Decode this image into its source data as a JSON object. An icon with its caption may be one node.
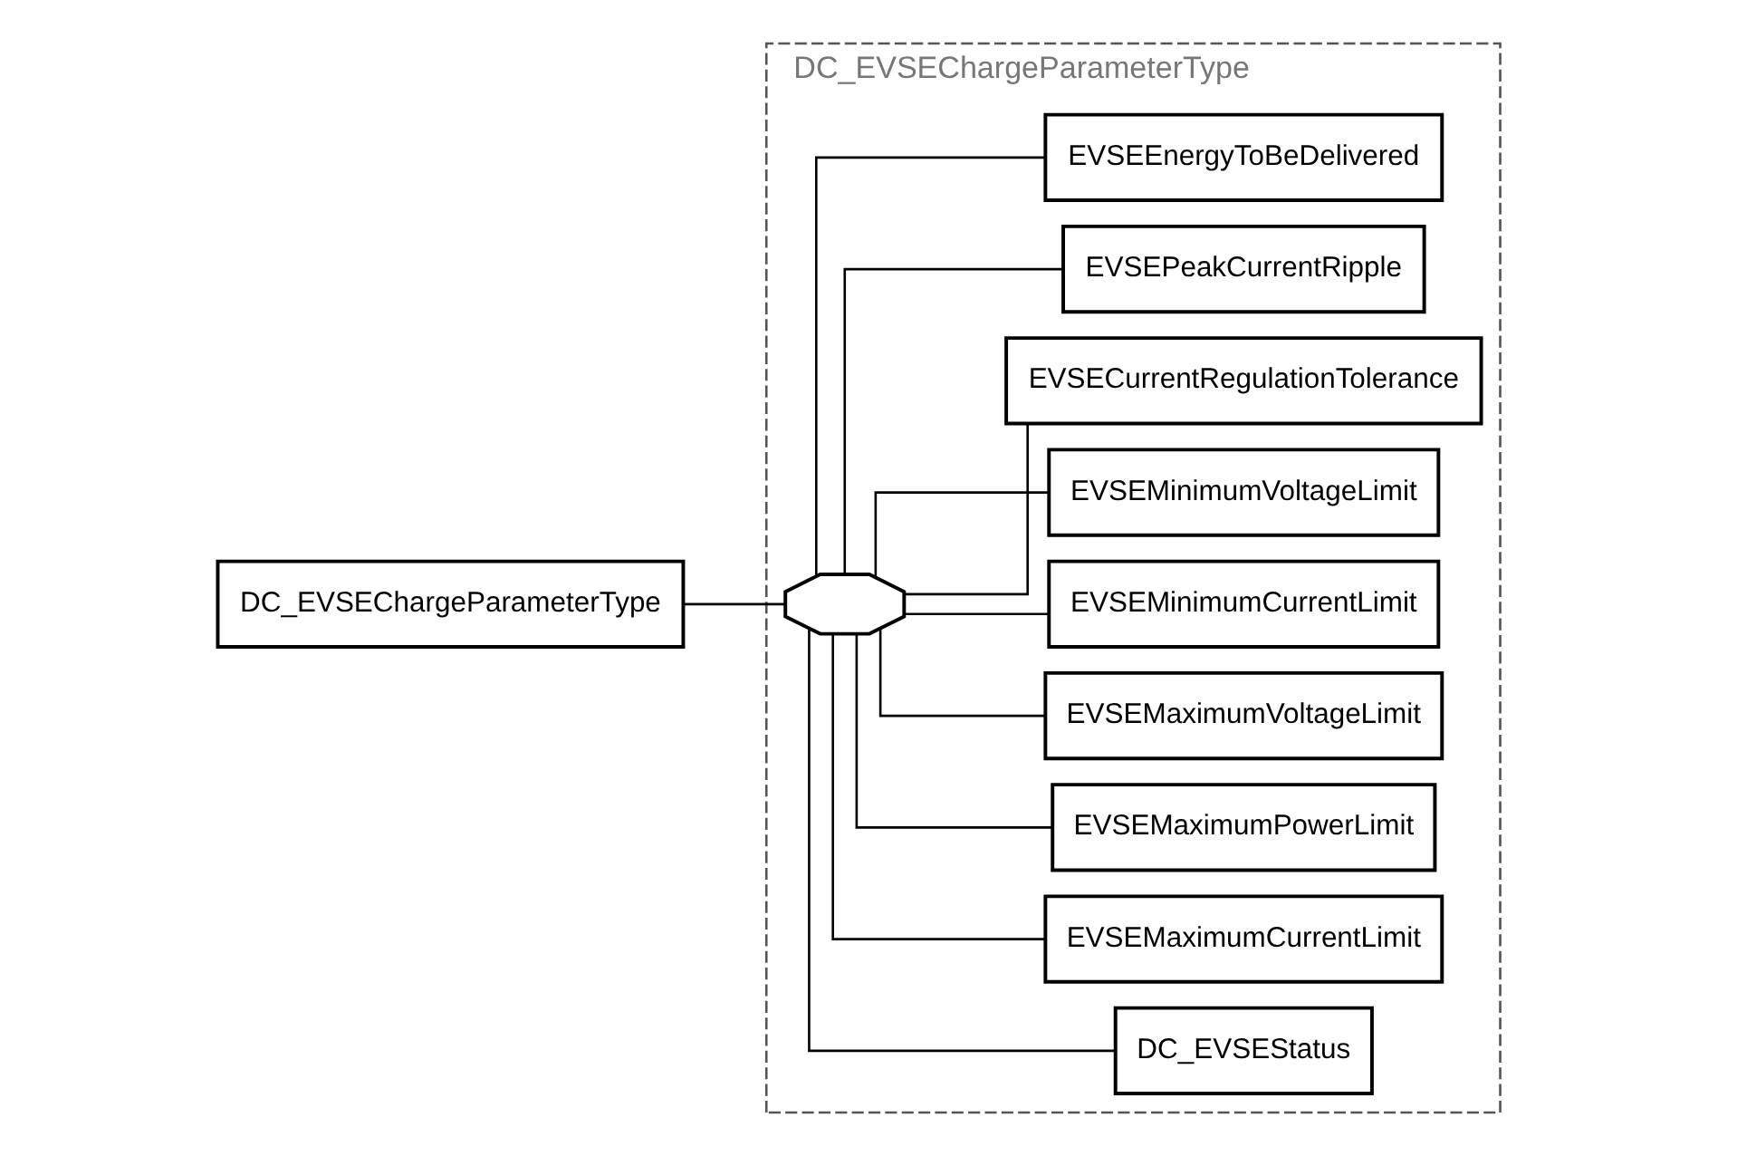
{
  "diagram": {
    "nodes": [
      {
        "text": [
          "DC_EVSEChargeParameterType"
        ]
      },
      {
        "text": [
          "DC_EVSEChargeParameterType"
        ]
      },
      {
        "text": [],
        "shape": "octagon",
        "in": 1
      },
      {
        "text": [
          "DC_EVSEStatus"
        ],
        "in": 1
      },
      {
        "text": [
          "EVSEMaximumCurrentLimit"
        ],
        "in": 1
      },
      {
        "text": [
          "EVSEMaximumPowerLimit"
        ],
        "in": 1
      },
      {
        "text": [
          "EVSEMaximumVoltageLimit"
        ],
        "in": 1
      },
      {
        "text": [
          "EVSEMinimumCurrentLimit"
        ],
        "in": 1
      },
      {
        "text": [
          "EVSEMinimumVoltageLimit"
        ],
        "in": 1
      },
      {
        "text": [
          "EVSECurrentRegulationTolerance"
        ],
        "in": 1
      },
      {
        "text": [
          "EVSEPeakCurrentRipple"
        ],
        "in": 1
      },
      {
        "text": [
          "EVSEEnergyToBeDelivered"
        ],
        "in": 1
      }
    ],
    "edges": [
      {
        "from": 0,
        "to": 2,
        "arrow": "none"
      },
      {
        "from": 2,
        "to": 3,
        "arrow": "none"
      },
      {
        "from": 2,
        "to": 4,
        "arrow": "none"
      },
      {
        "from": 2,
        "to": 5,
        "arrow": "none"
      },
      {
        "from": 2,
        "to": 6,
        "arrow": "none"
      },
      {
        "from": 2,
        "to": 7,
        "arrow": "none"
      },
      {
        "from": 2,
        "to": 8,
        "arrow": "none"
      },
      {
        "from": 2,
        "to": 9,
        "arrow": "none"
      },
      {
        "from": 2,
        "to": 10,
        "arrow": "none"
      },
      {
        "from": 2,
        "to": 11,
        "arrow": "none"
      }
    ]
  }
}
